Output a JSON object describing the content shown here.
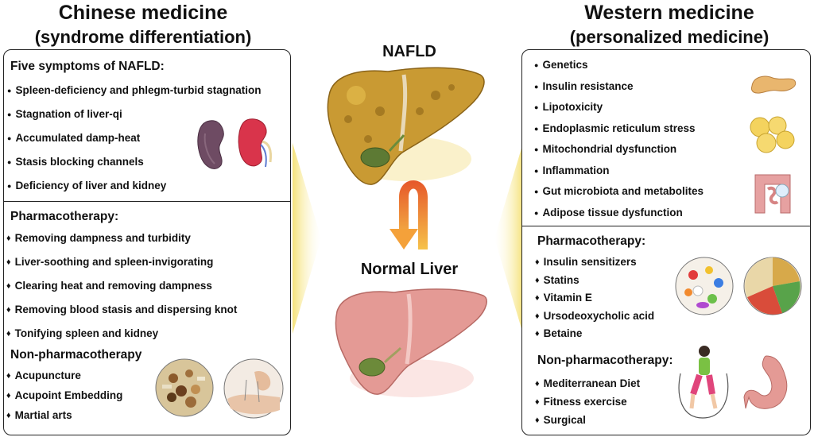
{
  "left": {
    "title_line1": "Chinese medicine",
    "title_line2": "(syndrome differentiation)",
    "symptoms_heading": "Five symptoms of NAFLD:",
    "symptoms": [
      "Spleen-deficiency and phlegm-turbid stagnation",
      "Stagnation of liver-qi",
      "Accumulated damp-heat",
      "Stasis blocking channels",
      "Deficiency of liver and kidney"
    ],
    "pharma_heading": "Pharmacotherapy:",
    "pharma": [
      "Removing dampness and turbidity",
      "Liver-soothing and spleen-invigorating",
      "Clearing heat and removing dampness",
      "Removing blood stasis and dispersing knot",
      "Tonifying spleen and kidney"
    ],
    "nonpharma_heading": "Non-pharmacotherapy",
    "nonpharma": [
      "Acupuncture",
      "Acupoint Embedding",
      "Martial arts"
    ]
  },
  "center": {
    "top_label": "NAFLD",
    "bottom_label": "Normal Liver"
  },
  "right": {
    "title_line1": "Western medicine",
    "title_line2": "(personalized medicine)",
    "factors": [
      "Genetics",
      "Insulin resistance",
      "Lipotoxicity",
      "Endoplasmic reticulum stress",
      "Mitochondrial dysfunction",
      "Inflammation",
      "Gut microbiota and metabolites",
      "Adipose tissue dysfunction"
    ],
    "pharma_heading": "Pharmacotherapy:",
    "pharma": [
      "Insulin sensitizers",
      "Statins",
      "Vitamin E",
      "Ursodeoxycholic acid",
      "Betaine"
    ],
    "nonpharma_heading": "Non-pharmacotherapy:",
    "nonpharma": [
      "Mediterranean Diet",
      "Fitness exercise",
      "Surgical"
    ]
  },
  "bullets": {
    "dot": "●",
    "diamond": "♦"
  }
}
